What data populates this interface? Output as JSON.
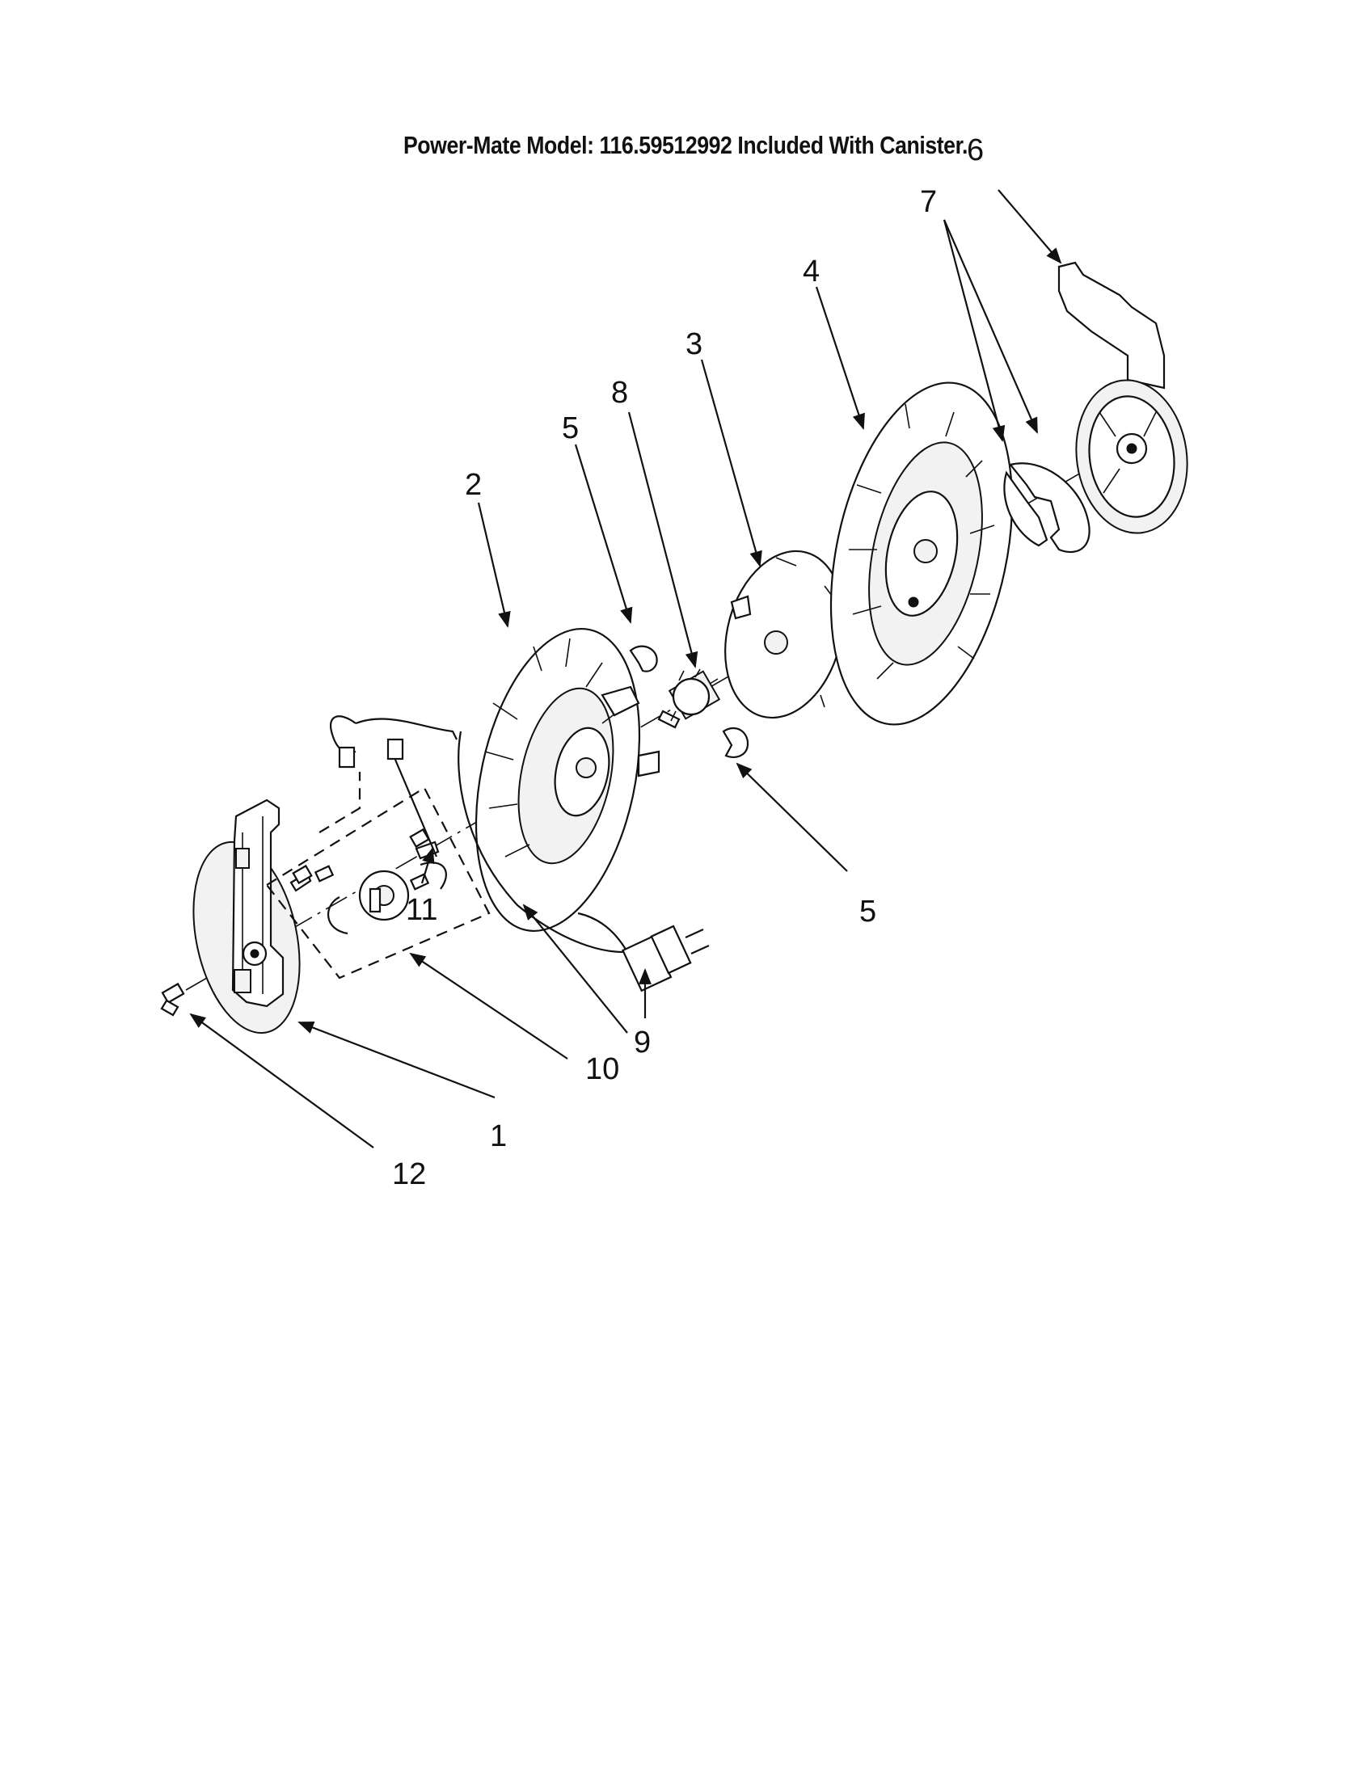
{
  "title": "Power-Mate Model: 116.59512992 Included With Canister.",
  "callouts": {
    "c1": "1",
    "c2": "2",
    "c3": "3",
    "c4": "4",
    "c5a": "5",
    "c5b": "5",
    "c6": "6",
    "c7": "7",
    "c8": "8",
    "c9": "9",
    "c10": "10",
    "c11": "11",
    "c12": "12"
  }
}
